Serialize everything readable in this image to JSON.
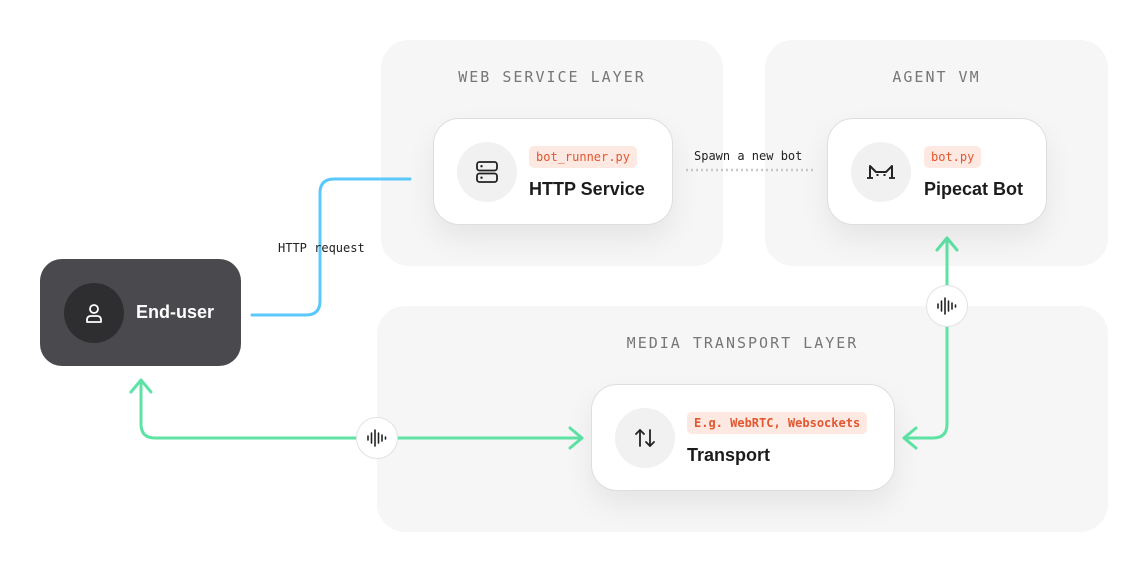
{
  "panels": {
    "web_service": {
      "title": "WEB SERVICE LAYER"
    },
    "agent_vm": {
      "title": "AGENT VM"
    },
    "media_transport": {
      "title": "MEDIA TRANSPORT LAYER"
    }
  },
  "nodes": {
    "end_user": {
      "title": "End-user",
      "icon": "user-icon"
    },
    "http_service": {
      "tag": "bot_runner.py",
      "title": "HTTP Service",
      "icon": "server-icon"
    },
    "pipecat_bot": {
      "tag": "bot.py",
      "title": "Pipecat Bot",
      "icon": "pipecat-cat-icon"
    },
    "transport": {
      "tag": "E.g. WebRTC, Websockets",
      "title": "Transport",
      "icon": "arrows-up-down-icon"
    }
  },
  "edges": {
    "http_request": {
      "label": "HTTP request",
      "color": "#5ac8fa"
    },
    "spawn_bot": {
      "label": "Spawn a new bot",
      "color": "#c8c8c8"
    },
    "audio": {
      "color": "#5ee3a5",
      "icon": "audio-wave-icon"
    }
  },
  "colors": {
    "tag_text": "#e2572f",
    "tag_bg": "#fde8e2",
    "end_user_bg": "#4a4a4e"
  }
}
